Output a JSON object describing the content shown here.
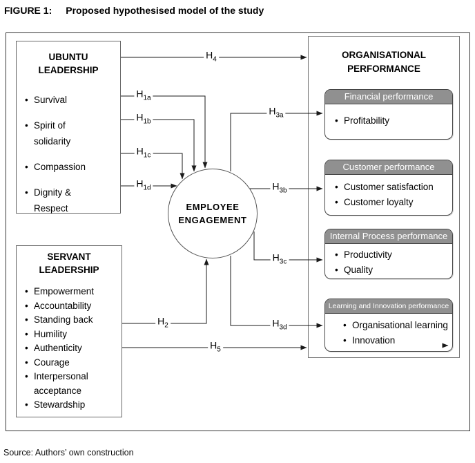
{
  "figure": {
    "label": "FIGURE 1:",
    "title": "Proposed hypothesised model of the study"
  },
  "ubuntu": {
    "title": "UBUNTU\nLEADERSHIP",
    "items": [
      "Survival",
      "Spirit of solidarity",
      "Compassion",
      "Dignity & Respect"
    ]
  },
  "servant": {
    "title": "SERVANT\nLEADERSHIP",
    "items": [
      "Empowerment",
      "Accountability",
      "Standing back",
      "Humility",
      "Authenticity",
      "Courage",
      "Interpersonal acceptance",
      "Stewardship"
    ]
  },
  "engagement": {
    "title": "EMPLOYEE\nENGAGEMENT"
  },
  "performance": {
    "title": "ORGANISATIONAL\nPERFORMANCE",
    "sections": [
      {
        "header": "Financial performance",
        "items": [
          "Profitability"
        ]
      },
      {
        "header": "Customer performance",
        "items": [
          "Customer satisfaction",
          "Customer loyalty"
        ]
      },
      {
        "header": "Internal Process performance",
        "items": [
          "Productivity",
          "Quality"
        ]
      },
      {
        "header": "Learning and Innovation performance",
        "items": [
          "Organisational learning",
          "Innovation"
        ]
      }
    ]
  },
  "hypotheses": {
    "h4": {
      "base": "H",
      "sub": "4"
    },
    "h1a": {
      "base": "H",
      "sub": "1a"
    },
    "h1b": {
      "base": "H",
      "sub": "1b"
    },
    "h1c": {
      "base": "H",
      "sub": "1c"
    },
    "h1d": {
      "base": "H",
      "sub": "1d"
    },
    "h2": {
      "base": "H",
      "sub": "2"
    },
    "h5": {
      "base": "H",
      "sub": "5"
    },
    "h3a": {
      "base": "H",
      "sub": "3a"
    },
    "h3b": {
      "base": "H",
      "sub": "3b"
    },
    "h3c": {
      "base": "H",
      "sub": "3c"
    },
    "h3d": {
      "base": "H",
      "sub": "3d"
    }
  },
  "source": "Source: Authors’ own construction",
  "colors": {
    "header_bar": "#909090",
    "line": "#1a1a1a",
    "box_border": "#666666"
  }
}
